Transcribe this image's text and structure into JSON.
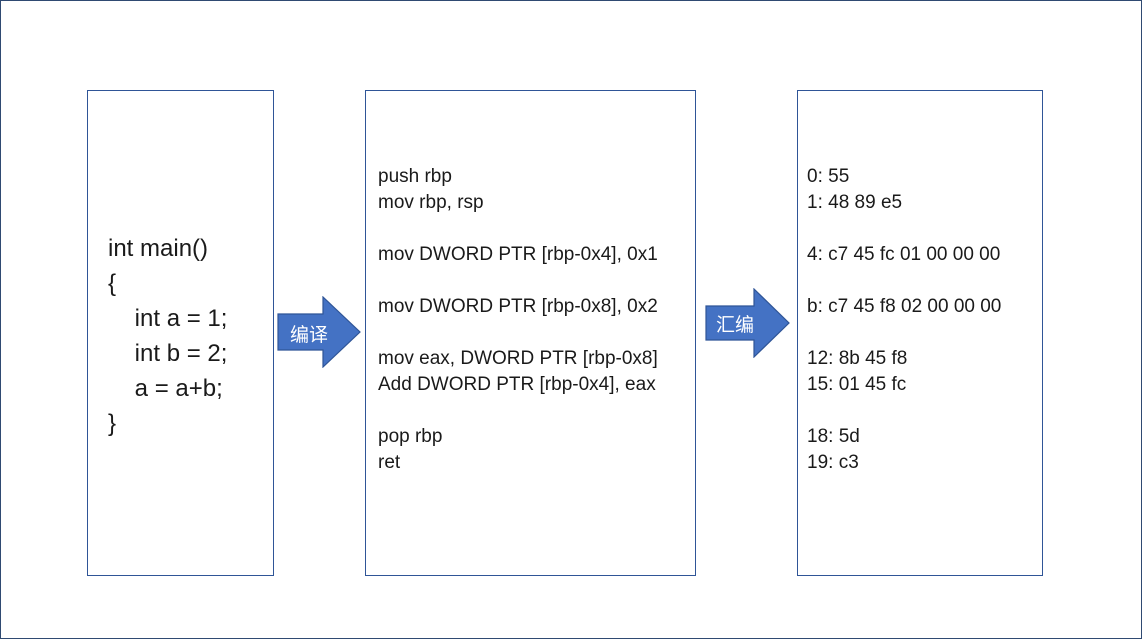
{
  "source": {
    "lines": [
      "int main()",
      "{",
      "    int a = 1;",
      "    int b = 2;",
      "    a = a+b;",
      "}"
    ]
  },
  "assembly": {
    "lines": [
      "push rbp",
      "mov rbp, rsp",
      "",
      "mov DWORD PTR [rbp-0x4], 0x1",
      "",
      "mov DWORD PTR [rbp-0x8], 0x2",
      "",
      "mov eax, DWORD PTR [rbp-0x8]",
      "Add DWORD PTR [rbp-0x4], eax",
      "",
      "pop rbp",
      "ret"
    ]
  },
  "machine_code": {
    "lines": [
      "0: 55",
      "1: 48 89 e5",
      "",
      "4: c7 45 fc 01 00 00 00",
      "",
      "b: c7 45 f8 02 00 00 00",
      "",
      "12: 8b 45 f8",
      "15: 01 45 fc",
      "",
      "18: 5d",
      "19: c3"
    ]
  },
  "arrows": {
    "compile_label": "编译",
    "assemble_label": "汇编"
  },
  "colors": {
    "arrow_fill": "#4472c4",
    "arrow_stroke": "#2f5597",
    "box_border": "#2f5597"
  }
}
